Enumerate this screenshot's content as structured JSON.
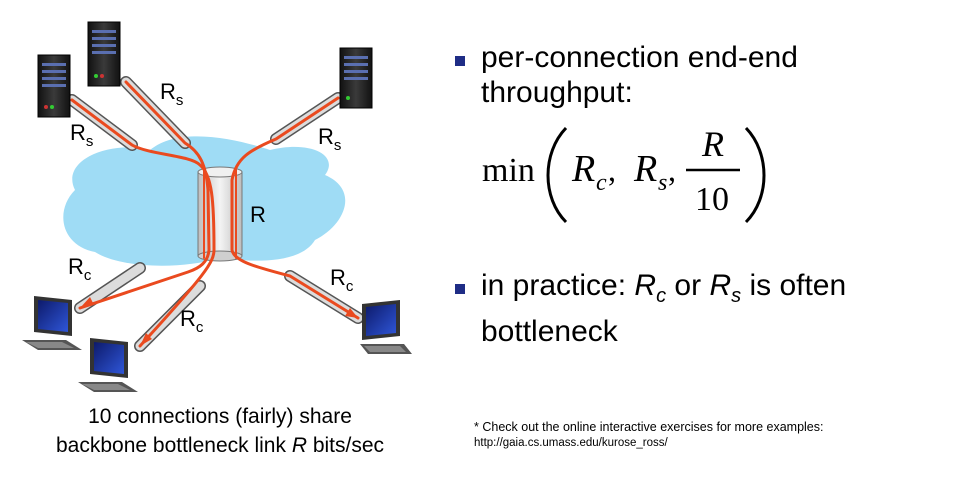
{
  "diagram": {
    "labels": {
      "rs_top_mid": "R",
      "rs_top_mid_sub": "s",
      "rs_left": "R",
      "rs_left_sub": "s",
      "rs_right": "R",
      "rs_right_sub": "s",
      "backbone": "R",
      "rc_left": "R",
      "rc_left_sub": "c",
      "rc_mid": "R",
      "rc_mid_sub": "c",
      "rc_right": "R",
      "rc_right_sub": "c"
    },
    "colors": {
      "cloud": "#9fdcf5",
      "flow": "#ea4a1f",
      "link": "#dcdcdc",
      "bullet": "#1f2d86"
    },
    "icons": [
      "server-icon",
      "server-icon",
      "server-icon",
      "computer-icon",
      "computer-icon",
      "computer-icon"
    ]
  },
  "caption": {
    "line1": "10 connections (fairly) share",
    "line2_pre": "backbone bottleneck link ",
    "line2_var": "R",
    "line2_post": " bits/sec"
  },
  "bullets": {
    "b1_line1": "per-connection end-end",
    "b1_line2": "throughput:",
    "formula": {
      "func": "min",
      "rc": "R",
      "rc_sub": "c",
      "comma1": ",",
      "rs": "R",
      "rs_sub": "s",
      "comma2": ",",
      "num": "R",
      "den": "10"
    },
    "b2_pre": "in practice: ",
    "b2_rc": "R",
    "b2_rc_sub": "c",
    "b2_mid": " or ",
    "b2_rs": "R",
    "b2_rs_sub": "s",
    "b2_post": " is often",
    "b2_line2": "bottleneck"
  },
  "footnote": {
    "text": "* Check out the online interactive exercises for more examples: ",
    "url": "http://gaia.cs.umass.edu/kurose_ross/"
  }
}
